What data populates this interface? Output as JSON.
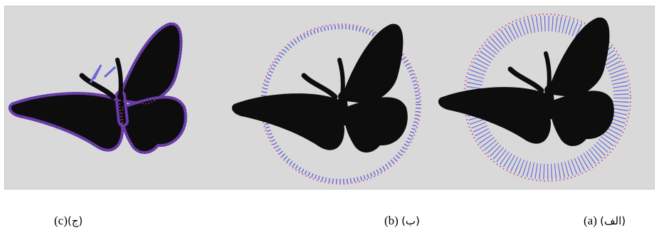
{
  "captions": {
    "c": {
      "latin": "(c)",
      "arabic": "(ج)"
    },
    "b": {
      "latin": "(b)",
      "arabic": "(ب)"
    },
    "a": {
      "latin": "(a)",
      "arabic": "(الف)"
    }
  },
  "colors": {
    "background": "#d9d9d9",
    "butterfly": "#0d0d0d",
    "contour_points": "#c04aa0",
    "force_vectors": "#6a6ad8"
  },
  "panels": [
    {
      "id": "c",
      "contour": "tight-around-butterfly"
    },
    {
      "id": "b",
      "contour": "circle-shrinking"
    },
    {
      "id": "a",
      "contour": "initial-circle"
    }
  ]
}
